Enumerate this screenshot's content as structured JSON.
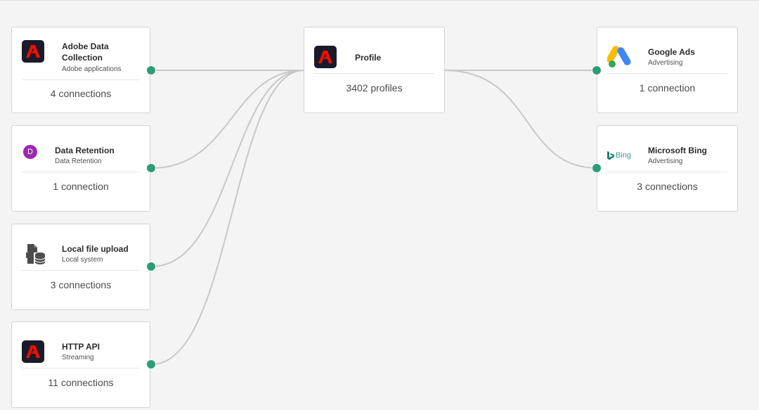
{
  "sources": [
    {
      "title_line1": "Adobe Data",
      "title_line2": "Collection",
      "subtitle": "Adobe applications",
      "count": "4 connections",
      "icon": "adobe-icon"
    },
    {
      "title": "Data Retention",
      "subtitle": "Data Retention",
      "count": "1 connection",
      "icon": "avatar",
      "avatar_letter": "D"
    },
    {
      "title": "Local file upload",
      "subtitle": "Local system",
      "count": "3 connections",
      "icon": "file-upload-icon"
    },
    {
      "title": "HTTP API",
      "subtitle": "Streaming",
      "count": "11 connections",
      "icon": "adobe-icon"
    }
  ],
  "profile": {
    "title": "Profile",
    "count": "3402 profiles",
    "icon": "adobe-icon"
  },
  "destinations": [
    {
      "title": "Google Ads",
      "subtitle": "Advertising",
      "count": "1 connection",
      "icon": "google-ads-icon"
    },
    {
      "title": "Microsoft Bing",
      "subtitle": "Advertising",
      "count": "3 connections",
      "icon": "bing-icon",
      "logo_text": "Bing"
    }
  ],
  "colors": {
    "background": "#f4f4f4",
    "connector_dot": "#2d9d78",
    "link_line": "#c8c8c8",
    "adobe_red": "#eb1000"
  }
}
